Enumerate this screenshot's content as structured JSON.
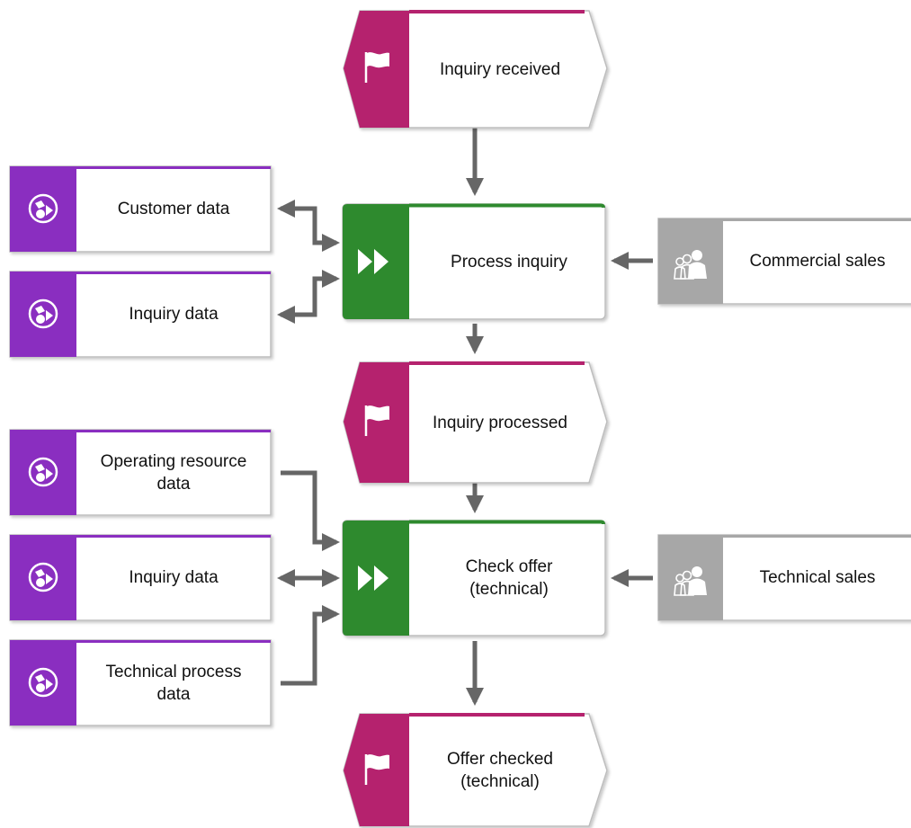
{
  "colors": {
    "event": "#b5206e",
    "function": "#2f8a2f",
    "data": "#8a2fc0",
    "org": "#a7a7a7",
    "arrow": "#666666"
  },
  "events": {
    "inquiry_received": "Inquiry received",
    "inquiry_processed": "Inquiry processed",
    "offer_checked": "Offer checked\n(technical)"
  },
  "functions": {
    "process_inquiry": "Process inquiry",
    "check_offer": "Check offer\n(technical)"
  },
  "data_objects": {
    "customer_data": "Customer data",
    "inquiry_data_1": "Inquiry data",
    "operating_resource_data": "Operating resource\ndata",
    "inquiry_data_2": "Inquiry data",
    "technical_process_data": "Technical process\ndata"
  },
  "org_units": {
    "commercial_sales": "Commercial sales",
    "technical_sales": "Technical sales"
  },
  "icons": {
    "event": "flag-icon",
    "function": "fast-forward-icon",
    "data": "data-object-icon",
    "org": "people-group-icon"
  }
}
